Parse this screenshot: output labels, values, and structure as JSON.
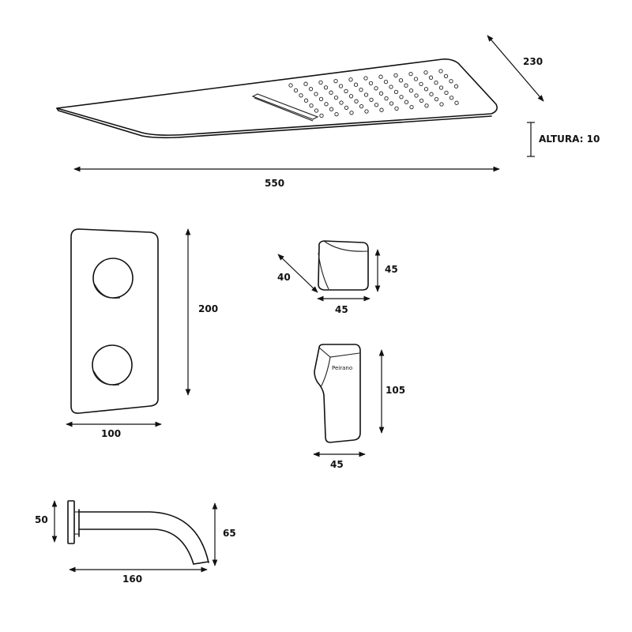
{
  "dimensions": {
    "shower_depth": "230",
    "shower_height": "ALTURA: 10",
    "shower_width": "550",
    "plate_height": "200",
    "plate_width": "100",
    "knob_depth": "40",
    "knob_height": "45",
    "knob_width": "45",
    "mixer_height": "105",
    "mixer_width": "45",
    "spout_flange": "50",
    "spout_drop": "65",
    "spout_length": "160"
  },
  "brand_mark": "Peirano",
  "colors": {
    "line": "#111111",
    "background": "#ffffff"
  }
}
